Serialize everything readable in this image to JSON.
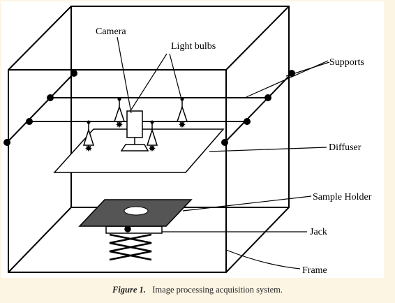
{
  "labels": {
    "camera": "Camera",
    "light_bulbs": "Light bulbs",
    "supports": "Supports",
    "diffuser": "Diffuser",
    "sample_holder": "Sample Holder",
    "jack": "Jack",
    "frame": "Frame"
  },
  "caption": {
    "number": "Figure 1.",
    "text": "Image processing acquisition system."
  },
  "colors": {
    "page_background": "#fdf5e4",
    "panel_background": "#ffffff",
    "line": "#000000",
    "sample_holder_fill": "#555555"
  }
}
